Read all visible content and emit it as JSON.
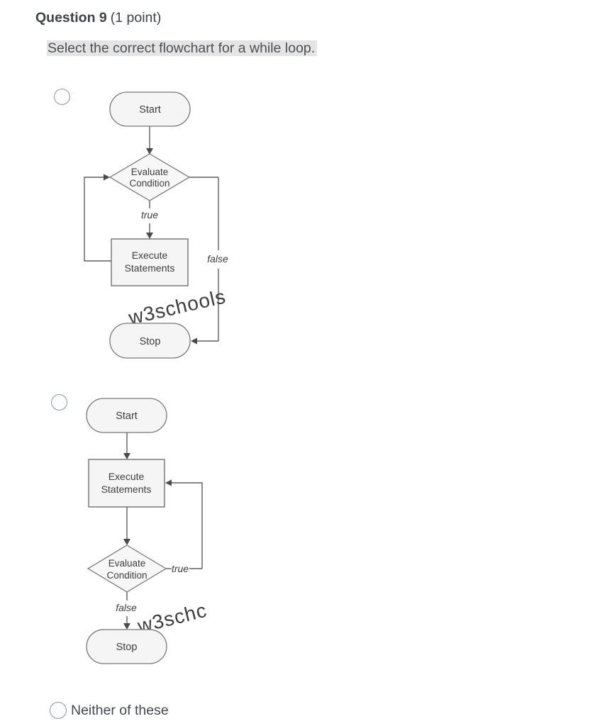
{
  "question": {
    "number_label": "Question 9",
    "points_label": "(1 point)",
    "prompt": "Select the correct flowchart for a while loop."
  },
  "colors": {
    "prompt_highlight": "#e4e4e4",
    "heading_text": "#3f4347",
    "body_text": "#4c5054",
    "flow_shape_fill": "#f5f5f5",
    "flow_shape_border": "#787878",
    "flow_line": "#5f5f5f",
    "flow_text": "#3d3d3d",
    "watermark": "#d9d9d9",
    "radio_border": "#8e979e",
    "radio_fill": "#fafcfe"
  },
  "option1": {
    "nodes": {
      "start": "Start",
      "decision1": "Evaluate",
      "decision2": "Condition",
      "process1": "Execute",
      "process2": "Statements",
      "stop": "Stop"
    },
    "branches": {
      "true_label": "true",
      "false_label": "false"
    },
    "watermark": "w3schools"
  },
  "option2": {
    "nodes": {
      "start": "Start",
      "decision1": "Evaluate",
      "decision2": "Condition",
      "process1": "Execute",
      "process2": "Statements",
      "stop": "Stop"
    },
    "branches": {
      "true_label": "true",
      "false_label": "false"
    },
    "watermark": "w3schc"
  },
  "option3": {
    "label": "Neither of these"
  }
}
